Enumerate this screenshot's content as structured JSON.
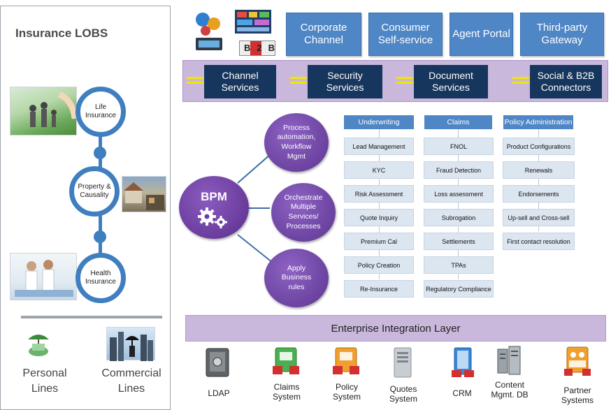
{
  "left_panel": {
    "title": "Insurance LOBS",
    "lobs": [
      {
        "label": "Life Insurance"
      },
      {
        "label": "Property & Causality"
      },
      {
        "label": "Health Insurance"
      }
    ],
    "lines": [
      {
        "label": "Personal Lines"
      },
      {
        "label": "Commercial Lines"
      }
    ]
  },
  "channels": [
    {
      "label": "Corporate Channel"
    },
    {
      "label": "Consumer Self-service"
    },
    {
      "label": "Agent Portal"
    },
    {
      "label": "Third-party Gateway"
    }
  ],
  "b2b_label": "B2B",
  "services": [
    {
      "label": "Channel Services"
    },
    {
      "label": "Security Services"
    },
    {
      "label": "Document Services"
    },
    {
      "label": "Social & B2B Connectors"
    }
  ],
  "bpm": {
    "label": "BPM",
    "processes": [
      {
        "label": "Process automation, Workflow Mgmt"
      },
      {
        "label": "Orchestrate Multiple Services/ Processes"
      },
      {
        "label": "Apply Business rules"
      }
    ]
  },
  "columns": [
    {
      "header": "Underwriting",
      "items": [
        "Lead Management",
        "KYC",
        "Risk Assessment",
        "Quote Inquiry",
        "Premium Cal",
        "Policy Creation",
        "Re-Insurance"
      ]
    },
    {
      "header": "Claims",
      "items": [
        "FNOL",
        "Fraud Detection",
        "Loss assessment",
        "Subrogation",
        "Settlements",
        "TPAs",
        "Regulatory Compliance"
      ]
    },
    {
      "header": "Policy Administration",
      "items": [
        "Product Configurations",
        "Renewals",
        "Endorsements",
        "Up-sell and Cross-sell",
        "First contact resolution"
      ]
    }
  ],
  "integration_layer": "Enterprise Integration Layer",
  "systems": [
    {
      "label": "LDAP",
      "icon": "safe-icon"
    },
    {
      "label": "Claims System",
      "icon": "claims-system-icon"
    },
    {
      "label": "Policy System",
      "icon": "policy-system-icon"
    },
    {
      "label": "Quotes System",
      "icon": "server-icon"
    },
    {
      "label": "CRM",
      "icon": "crm-icon"
    },
    {
      "label": "Content Mgmt. DB",
      "icon": "database-icon"
    },
    {
      "label": "Partner Systems",
      "icon": "partner-systems-icon"
    }
  ],
  "colors": {
    "blue": "#4f86c6",
    "navy": "#17365d",
    "lavender": "#c9b8dc",
    "purple": "#5e3591",
    "lob_blue": "#3f7fbf",
    "connector_yellow": "#f2e600"
  }
}
